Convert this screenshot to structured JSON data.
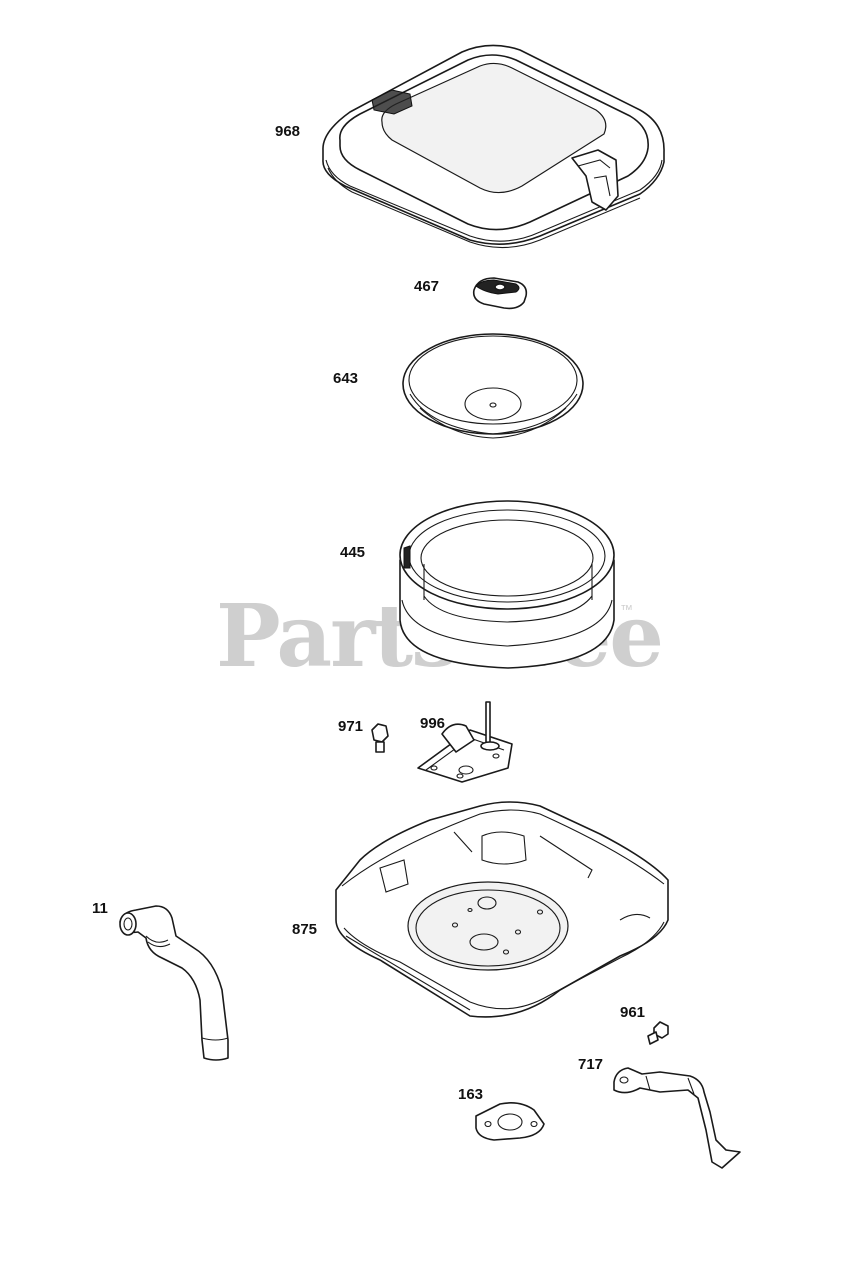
{
  "watermark": {
    "text": "PartsTree",
    "trademark": "™"
  },
  "labels": {
    "p968": "968",
    "p467": "467",
    "p643": "643",
    "p445": "445",
    "p971": "971",
    "p996": "996",
    "p11": "11",
    "p875": "875",
    "p961": "961",
    "p717": "717",
    "p163": "163"
  }
}
